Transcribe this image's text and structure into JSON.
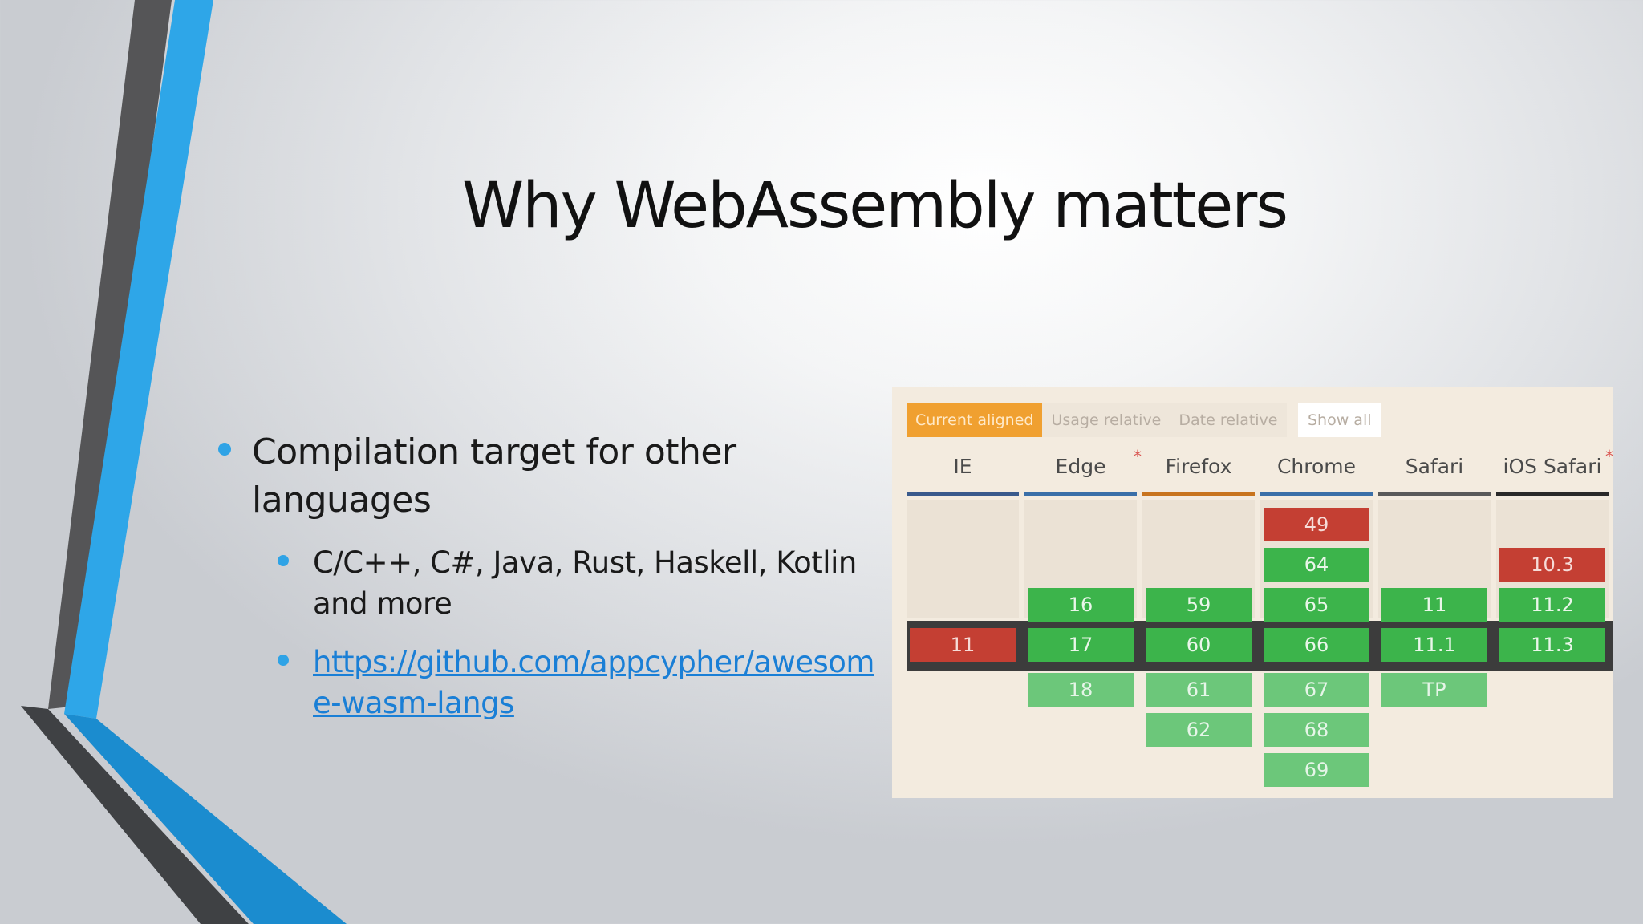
{
  "slide": {
    "title": "Why WebAssembly matters",
    "bullet_main": "Compilation target for other languages",
    "bullet_sub_1": "C/C++, C#, Java, Rust, Haskell, Kotlin and more",
    "bullet_sub_2_link": "https://github.com/appcypher/awesome-wasm-langs"
  },
  "colors": {
    "accent_blue": "#2fa3e6",
    "link": "#1a7fd6",
    "supported": "#3cb44b",
    "unsupported": "#c43f33",
    "future": "#6cc77a"
  },
  "caniuse": {
    "buttons": {
      "current_aligned": "Current aligned",
      "usage_relative": "Usage relative",
      "date_relative": "Date relative",
      "show_all": "Show all"
    },
    "browsers": [
      {
        "name": "IE",
        "star": "",
        "line_color": "#3a5a8c",
        "versions": [
          {
            "v": "11",
            "status": "red"
          }
        ]
      },
      {
        "name": "Edge",
        "star": "*",
        "line_color": "#3a6fa8",
        "versions": [
          {
            "v": "16",
            "status": "green"
          },
          {
            "v": "17",
            "status": "green"
          },
          {
            "v": "18",
            "status": "lightgreen"
          }
        ]
      },
      {
        "name": "Firefox",
        "star": "",
        "line_color": "#c8741e",
        "versions": [
          {
            "v": "59",
            "status": "green"
          },
          {
            "v": "60",
            "status": "green"
          },
          {
            "v": "61",
            "status": "lightgreen"
          },
          {
            "v": "62",
            "status": "lightgreen"
          }
        ]
      },
      {
        "name": "Chrome",
        "star": "",
        "line_color": "#3a6fa8",
        "versions": [
          {
            "v": "49",
            "status": "red"
          },
          {
            "v": "64",
            "status": "green"
          },
          {
            "v": "65",
            "status": "green"
          },
          {
            "v": "66",
            "status": "green"
          },
          {
            "v": "67",
            "status": "lightgreen"
          },
          {
            "v": "68",
            "status": "lightgreen"
          },
          {
            "v": "69",
            "status": "lightgreen"
          }
        ]
      },
      {
        "name": "Safari",
        "star": "",
        "line_color": "#5a5a5a",
        "versions": [
          {
            "v": "11",
            "status": "green"
          },
          {
            "v": "11.1",
            "status": "green"
          },
          {
            "v": "TP",
            "status": "lightgreen"
          }
        ]
      },
      {
        "name": "iOS Safari",
        "star": "*",
        "line_color": "#2a2a2a",
        "versions": [
          {
            "v": "10.3",
            "status": "red"
          },
          {
            "v": "11.2",
            "status": "green"
          },
          {
            "v": "11.3",
            "status": "green"
          }
        ]
      }
    ]
  }
}
